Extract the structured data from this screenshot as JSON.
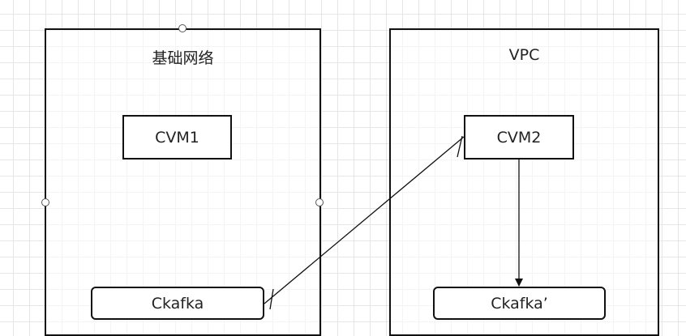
{
  "diagram": {
    "left_group": {
      "title": "基础网络"
    },
    "right_group": {
      "title": "VPC"
    },
    "nodes": {
      "cvm1": "CVM1",
      "ckafka_left": "Ckafka",
      "cvm2": "CVM2",
      "ckafka_right": "Ckafka’"
    },
    "edges": [
      {
        "from": "Ckafka",
        "to": "CVM2",
        "style": "crossed line"
      },
      {
        "from": "CVM2",
        "to": "Ckafka’",
        "style": "arrow"
      }
    ],
    "colors": {
      "stroke": "#111111",
      "grid": "#e6e6e6",
      "background": "#ffffff"
    }
  }
}
